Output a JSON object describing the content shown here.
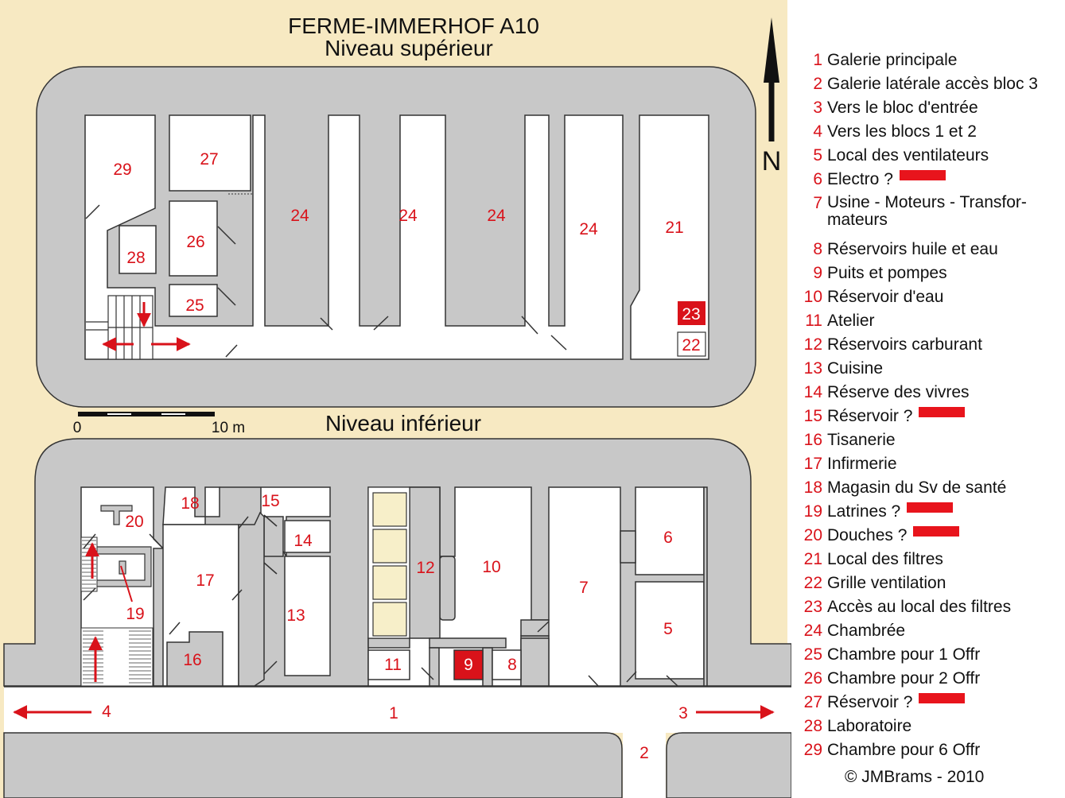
{
  "title": "FERME-IMMERHOF A10",
  "upper_level_label": "Niveau supérieur",
  "lower_level_label": "Niveau inférieur",
  "north_label": "N",
  "scale": {
    "start": "0",
    "end": "10 m"
  },
  "colors": {
    "background": "#f7e9c2",
    "walls": "#c8c8c8",
    "label_red": "#d9121a",
    "redaction": "#e8141c"
  },
  "rooms_upper": [
    "29",
    "27",
    "26",
    "28",
    "25",
    "24",
    "24",
    "24",
    "24",
    "21",
    "23",
    "22"
  ],
  "rooms_lower": [
    "20",
    "18",
    "15",
    "14",
    "17",
    "13",
    "19",
    "16",
    "12",
    "10",
    "7",
    "6",
    "5",
    "11",
    "9",
    "8"
  ],
  "gallery_labels": {
    "left": "4",
    "center": "1",
    "right": "3",
    "bottom": "2"
  },
  "legend": [
    {
      "num": "1",
      "text": "Galerie principale",
      "redacted": false
    },
    {
      "num": "2",
      "text": "Galerie latérale accès bloc 3",
      "redacted": false
    },
    {
      "num": "3",
      "text": "Vers le bloc d'entrée",
      "redacted": false
    },
    {
      "num": "4",
      "text": "Vers les blocs 1 et 2",
      "redacted": false
    },
    {
      "num": "5",
      "text": "Local des ventilateurs",
      "redacted": false
    },
    {
      "num": "6",
      "text": "Electro ?",
      "redacted": true
    },
    {
      "num": "7",
      "text": "Usine - Moteurs - Transfor-mateurs",
      "redacted": false
    },
    {
      "num": "8",
      "text": "Réservoirs huile et eau",
      "redacted": false
    },
    {
      "num": "9",
      "text": "Puits et pompes",
      "redacted": false
    },
    {
      "num": "10",
      "text": "Réservoir d'eau",
      "redacted": false
    },
    {
      "num": "11",
      "text": "Atelier",
      "redacted": false
    },
    {
      "num": "12",
      "text": "Réservoirs carburant",
      "redacted": false
    },
    {
      "num": "13",
      "text": "Cuisine",
      "redacted": false
    },
    {
      "num": "14",
      "text": "Réserve des vivres",
      "redacted": false
    },
    {
      "num": "15",
      "text": "Réservoir ?",
      "redacted": true
    },
    {
      "num": "16",
      "text": "Tisanerie",
      "redacted": false
    },
    {
      "num": "17",
      "text": "Infirmerie",
      "redacted": false
    },
    {
      "num": "18",
      "text": "Magasin du Sv de santé",
      "redacted": false
    },
    {
      "num": "19",
      "text": "Latrines ?",
      "redacted": true
    },
    {
      "num": "20",
      "text": "Douches ?",
      "redacted": true
    },
    {
      "num": "21",
      "text": "Local des filtres",
      "redacted": false
    },
    {
      "num": "22",
      "text": "Grille ventilation",
      "redacted": false
    },
    {
      "num": "23",
      "text": "Accès au local des filtres",
      "redacted": false
    },
    {
      "num": "24",
      "text": "Chambrée",
      "redacted": false
    },
    {
      "num": "25",
      "text": "Chambre pour 1 Offr",
      "redacted": false
    },
    {
      "num": "26",
      "text": "Chambre pour 2 Offr",
      "redacted": false
    },
    {
      "num": "27",
      "text": "Réservoir ?",
      "redacted": true
    },
    {
      "num": "28",
      "text": "Laboratoire",
      "redacted": false
    },
    {
      "num": "29",
      "text": "Chambre pour 6 Offr",
      "redacted": false
    }
  ],
  "copyright": "©  JMBrams - 2010"
}
